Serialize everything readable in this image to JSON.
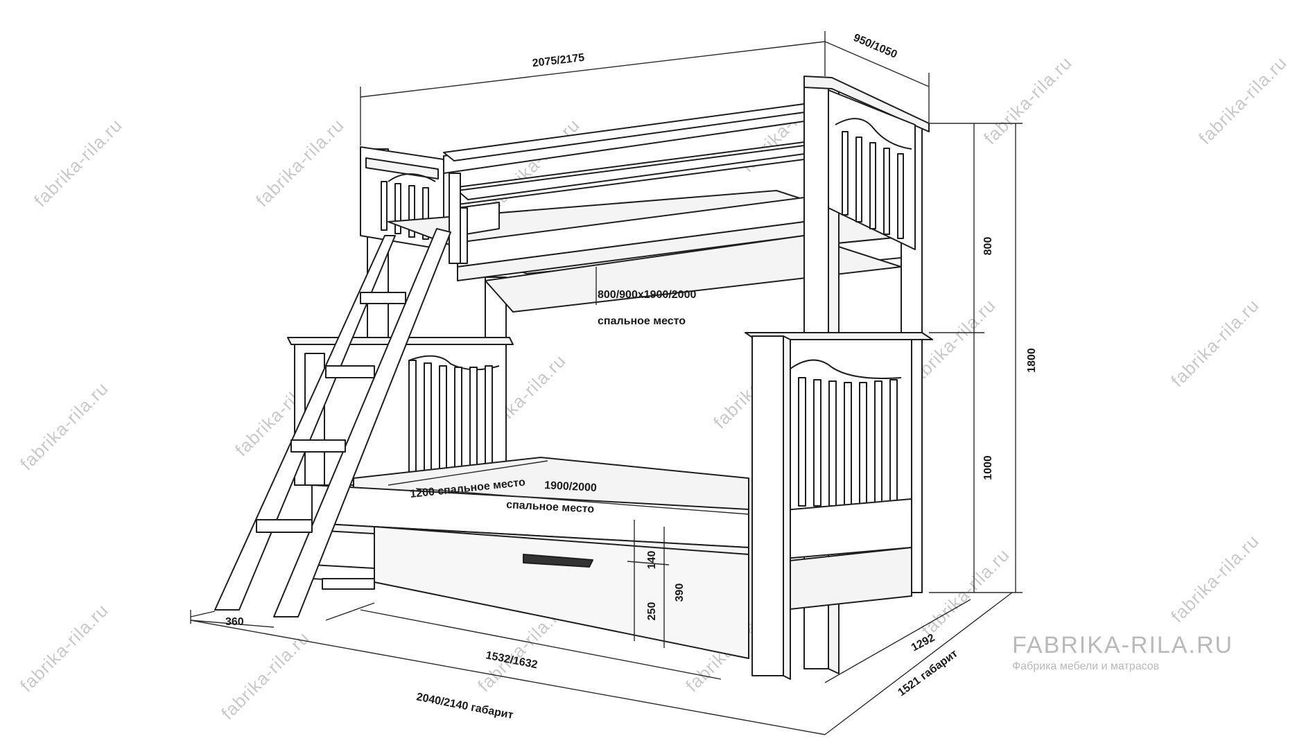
{
  "dimensions": {
    "top_length": "2075/2175",
    "top_depth": "950/1050",
    "height_upper": "800",
    "height_total": "1800",
    "height_lower": "1000",
    "upper_sleep_size": "800/900x1900/2000",
    "upper_sleep_caption": "спальное место",
    "lower_sleep_width": "1200 спальное место",
    "lower_sleep_length": "1900/2000",
    "lower_sleep_caption": "спальное место",
    "drawer_gap": "140",
    "drawer_height": "250",
    "drawer_total": "390",
    "ladder_width": "360",
    "drawer_length": "1532/1632",
    "overall_length": "2040/2140 габарит",
    "depth_1292": "1292",
    "overall_depth": "1521 габарит"
  },
  "watermark": {
    "text": "fabrika-rila.ru"
  },
  "brand": {
    "name": "FABRIKA-RILA.RU",
    "subtitle": "Фабрика мебели и матрасов"
  },
  "colors": {
    "line": "#1e1e1e",
    "fill": "#ffffff",
    "shade": "#f4f4f4",
    "dim": "#2a2a2a",
    "watermark": "#c9c9c9"
  }
}
